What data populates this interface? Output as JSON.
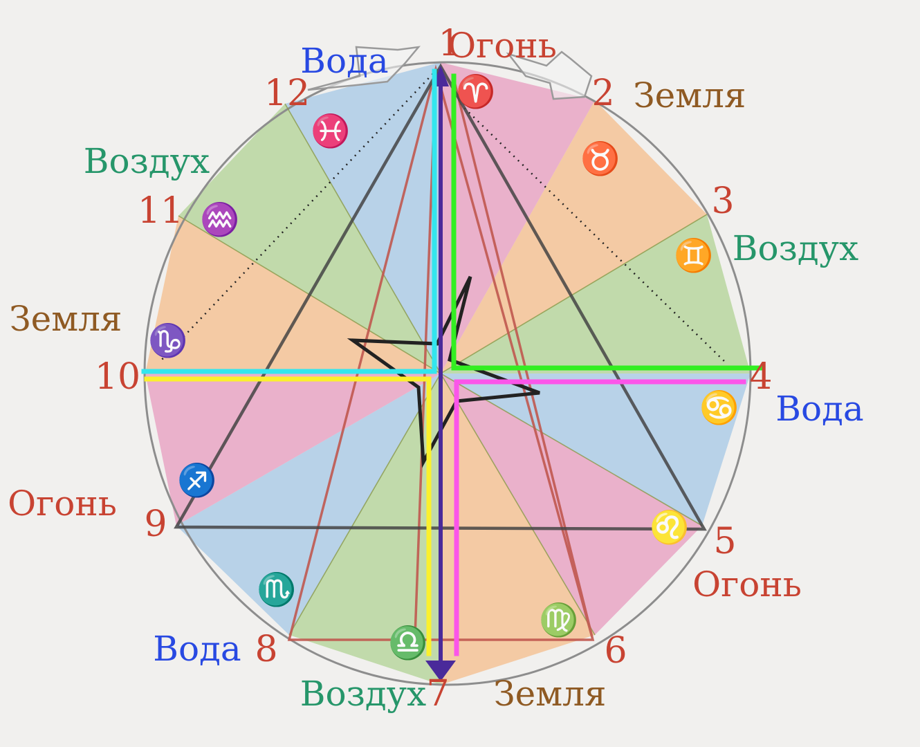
{
  "colors": {
    "fire": "#e9a6c4",
    "earth": "#f5c396",
    "air": "#b9d69f",
    "water": "#aecde6",
    "fire_text": "#c84332",
    "earth_text": "#8f5a23",
    "air_text": "#26966a",
    "water_text": "#2849e2",
    "number": "#c84332",
    "cyan": "#33e6ee",
    "green": "#33ee22",
    "yellow": "#fbf02d",
    "magenta": "#fb55e9",
    "axis": "#4a2a9a",
    "triangle": "#444444",
    "red_triangle": "#c0584f"
  },
  "houses": [
    {
      "number": "1",
      "element": "Огонь",
      "symbol": "♈"
    },
    {
      "number": "2",
      "element": "Земля",
      "symbol": "♉"
    },
    {
      "number": "3",
      "element": "Воздух",
      "symbol": "♊"
    },
    {
      "number": "4",
      "element": "Вода",
      "symbol": "♋"
    },
    {
      "number": "5",
      "element": "Огонь",
      "symbol": "♌"
    },
    {
      "number": "6",
      "element": "Земля",
      "symbol": "♍"
    },
    {
      "number": "7",
      "element": "Воздух",
      "symbol": "♎"
    },
    {
      "number": "8",
      "element": "Вода",
      "symbol": "♏"
    },
    {
      "number": "9",
      "element": "Огонь",
      "symbol": "♐"
    },
    {
      "number": "10",
      "element": "Земля",
      "symbol": "♑"
    },
    {
      "number": "11",
      "element": "Воздух",
      "symbol": "♒"
    },
    {
      "number": "12",
      "element": "Вода",
      "symbol": "♓"
    }
  ]
}
